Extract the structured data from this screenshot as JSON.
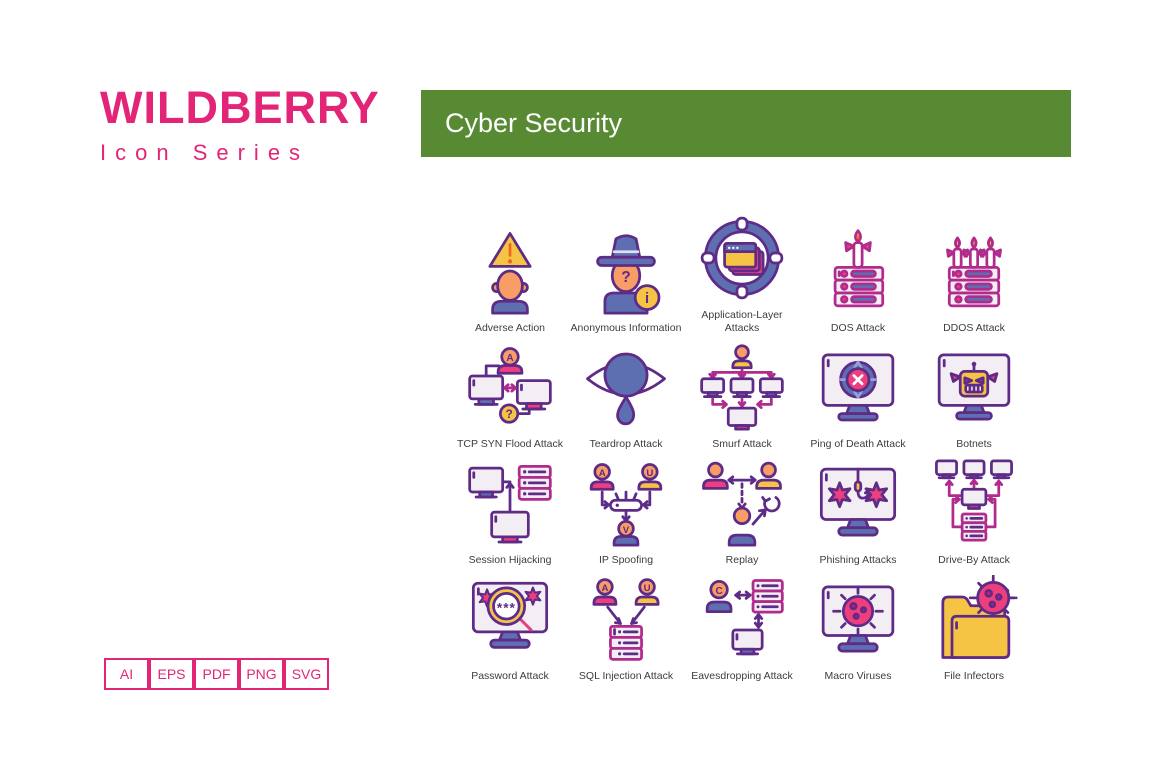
{
  "brand": {
    "title": "WILDBERRY",
    "subtitle": "Icon Series"
  },
  "banner": {
    "title": "Cyber Security"
  },
  "grid": {
    "items": [
      {
        "name": "adverse-action",
        "label": "Adverse Action"
      },
      {
        "name": "anonymous-information",
        "label": "Anonymous Information"
      },
      {
        "name": "application-layer-attacks",
        "label": "Application-Layer Attacks"
      },
      {
        "name": "dos-attack",
        "label": "DOS Attack"
      },
      {
        "name": "ddos-attack",
        "label": "DDOS Attack"
      },
      {
        "name": "tcp-syn-flood-attack",
        "label": "TCP SYN Flood Attack"
      },
      {
        "name": "teardrop-attack",
        "label": "Teardrop Attack"
      },
      {
        "name": "smurf-attack",
        "label": "Smurf Attack"
      },
      {
        "name": "ping-of-death-attack",
        "label": "Ping of Death Attack"
      },
      {
        "name": "botnets",
        "label": "Botnets"
      },
      {
        "name": "session-hijacking",
        "label": "Session Hijacking"
      },
      {
        "name": "ip-spoofing",
        "label": "IP Spoofing"
      },
      {
        "name": "replay",
        "label": "Replay"
      },
      {
        "name": "phishing-attacks",
        "label": "Phishing Attacks"
      },
      {
        "name": "drive-by-attack",
        "label": "Drive-By Attack"
      },
      {
        "name": "password-attack",
        "label": "Password Attack"
      },
      {
        "name": "sql-injection-attack",
        "label": "SQL Injection Attack"
      },
      {
        "name": "eavesdropping-attack",
        "label": "Eavesdropping Attack"
      },
      {
        "name": "macro-viruses",
        "label": "Macro Viruses"
      },
      {
        "name": "file-infectors",
        "label": "File Infectors"
      }
    ]
  },
  "formats": [
    "AI",
    "EPS",
    "PDF",
    "PNG",
    "SVG"
  ],
  "colors": {
    "brand_pink": "#e22576",
    "banner_green": "#588a33",
    "outline_purple": "#5e2b86",
    "outline_magenta": "#b02b8c",
    "accent_slate": "#5d6fb0",
    "accent_skin": "#f99d66",
    "accent_pink": "#ee3e7d",
    "accent_yellow": "#f6c445",
    "screen_light": "#f2eef3",
    "label_text": "#3d3d3d"
  }
}
